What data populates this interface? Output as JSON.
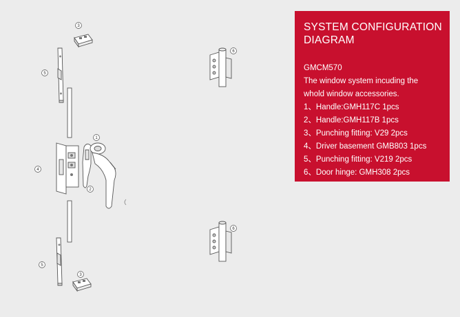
{
  "panel": {
    "title_line1": "SYSTEM CONFIGURATION",
    "title_line2": "DIAGRAM",
    "model": "GMCM570",
    "description_line1": "The window system incuding the",
    "description_line2": "whold window accessories.",
    "parts": [
      "1、Handle:GMH117C 1pcs",
      "2、Handle:GMH117B 1pcs",
      "3、Punching fitting: V29 2pcs",
      "4、Driver basement GMB803 1pcs",
      "5、Punching fitting: V219 2pcs",
      "6、Door hinge: GMH308 2pcs"
    ]
  },
  "diagram": {
    "callouts": [
      "3",
      "6",
      "5",
      "4",
      "1",
      "2",
      "5",
      "3",
      "6"
    ]
  },
  "colors": {
    "panel_bg": "#c8102e",
    "panel_text": "#ffffff",
    "page_bg": "#ececec",
    "line": "#555555"
  }
}
